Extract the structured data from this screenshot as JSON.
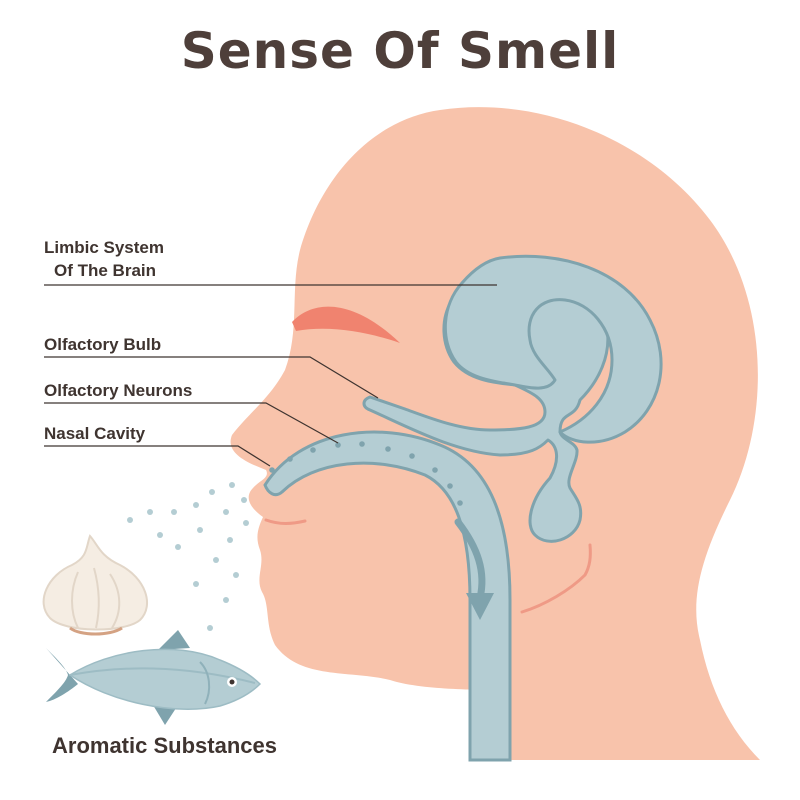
{
  "title": "Sense Of Smell",
  "labels": {
    "limbic_line1": "Limbic System",
    "limbic_line2": "Of The Brain",
    "olfactory_bulb": "Olfactory Bulb",
    "olfactory_neurons": "Olfactory Neurons",
    "nasal_cavity": "Nasal Cavity"
  },
  "caption": "Aromatic Substances",
  "colors": {
    "skin": "#f8c3ab",
    "skin_line": "#ef9a86",
    "eyebrow": "#f0836f",
    "organ_fill": "#b4cdd3",
    "organ_stroke": "#7fa3ad",
    "dots": "#7fa3ad",
    "title": "#4e3f3a",
    "text": "#3f3430"
  },
  "icons": [
    "garlic-icon",
    "fish-icon",
    "arrow-down-icon"
  ]
}
